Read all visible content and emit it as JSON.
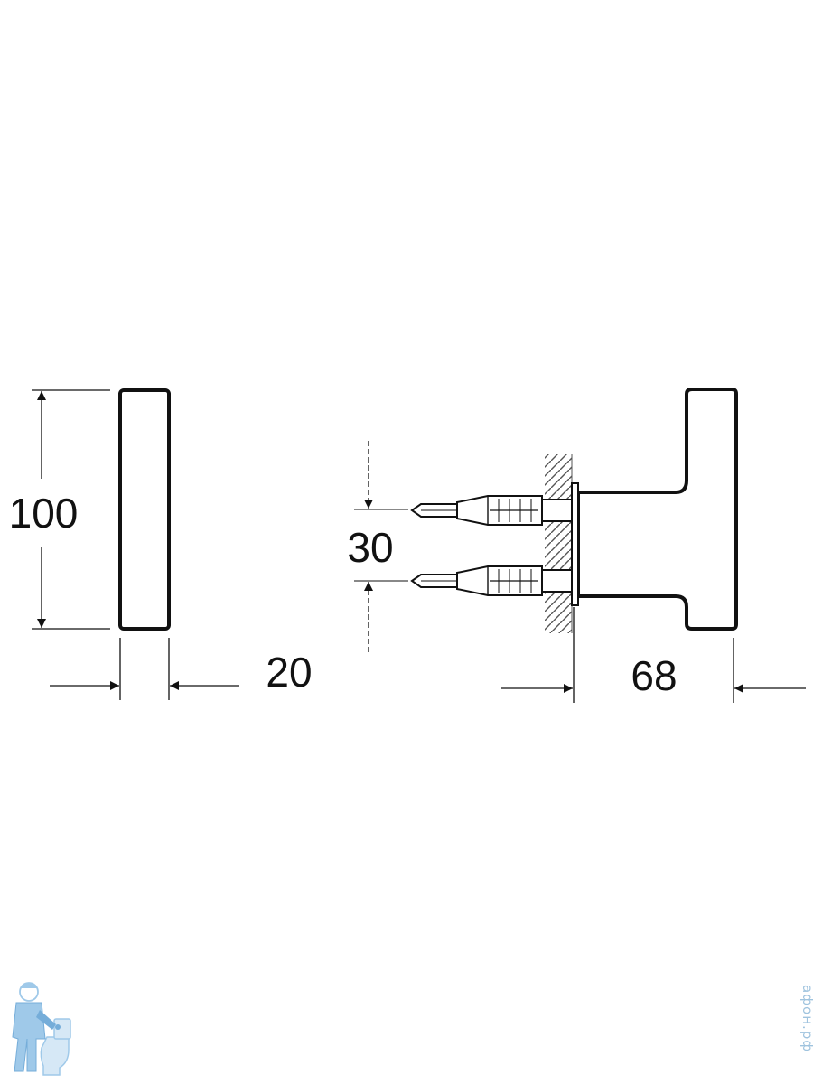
{
  "drawing": {
    "line_color": "#111111",
    "hatch_color": "#555555",
    "dimensions": {
      "height": "100",
      "width_front": "20",
      "fixing_spacing": "30",
      "projection": "68"
    }
  },
  "watermark": {
    "text": "афон.рф",
    "color": "#9fc3de",
    "logo_icon": "plumber-mascot-icon",
    "logo_color": "#8fc0e6"
  }
}
